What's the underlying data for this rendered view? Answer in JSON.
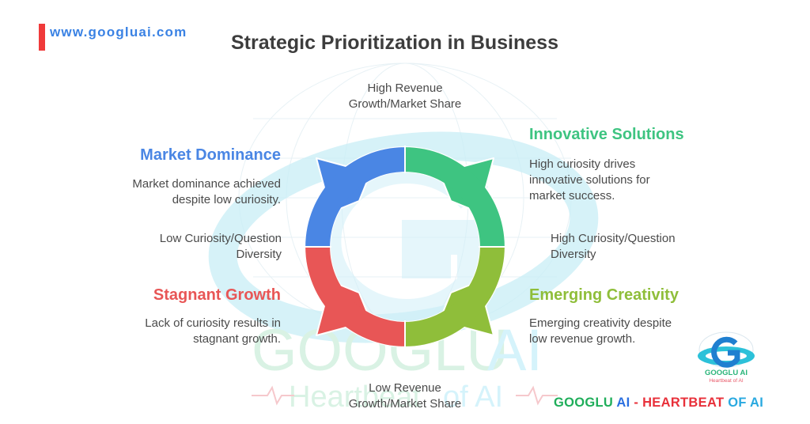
{
  "header": {
    "site_url": "www.googluai.com",
    "title": "Strategic Prioritization in Business"
  },
  "axes": {
    "top": [
      "High Revenue",
      "Growth/Market Share"
    ],
    "bottom": [
      "Low Revenue",
      "Growth/Market Share"
    ],
    "left": [
      "Low Curiosity/Question",
      "Diversity"
    ],
    "right": [
      "High Curiosity/Question",
      "Diversity"
    ]
  },
  "quadrants": [
    {
      "id": "top-left",
      "title": "Market Dominance",
      "desc": [
        "Market dominance achieved",
        "despite low curiosity."
      ],
      "color": "#4a86e4"
    },
    {
      "id": "top-right",
      "title": "Innovative Solutions",
      "desc": [
        "High curiosity drives",
        "innovative solutions for",
        "market success."
      ],
      "color": "#3ec481"
    },
    {
      "id": "bottom-left",
      "title": "Stagnant Growth",
      "desc": [
        "Lack of curiosity results in",
        "stagnant growth."
      ],
      "color": "#e85656"
    },
    {
      "id": "bottom-right",
      "title": "Emerging Creativity",
      "desc": [
        "Emerging creativity despite",
        "low revenue growth."
      ],
      "color": "#8fbe3a"
    }
  ],
  "watermark": {
    "main": "GOOGLU AI",
    "sub": "Heartbeat of AI"
  },
  "logo": {
    "name": "GOOGLU AI",
    "tagline": "Heartbeat of AI"
  },
  "footer": {
    "brand_parts": [
      {
        "text": "GOOGLU ",
        "color": "#1fae5a"
      },
      {
        "text": "AI",
        "color": "#2a6fe0"
      },
      {
        "text": " - ",
        "color": "#e8303a"
      },
      {
        "text": "HEARTBEAT ",
        "color": "#e8303a"
      },
      {
        "text": "OF AI",
        "color": "#29a9e0"
      }
    ]
  },
  "colors": {
    "accent_red": "#f03a3a",
    "url_blue": "#3a82e4",
    "title_gray": "#3d3d3d",
    "body_gray": "#4a4a4a"
  }
}
